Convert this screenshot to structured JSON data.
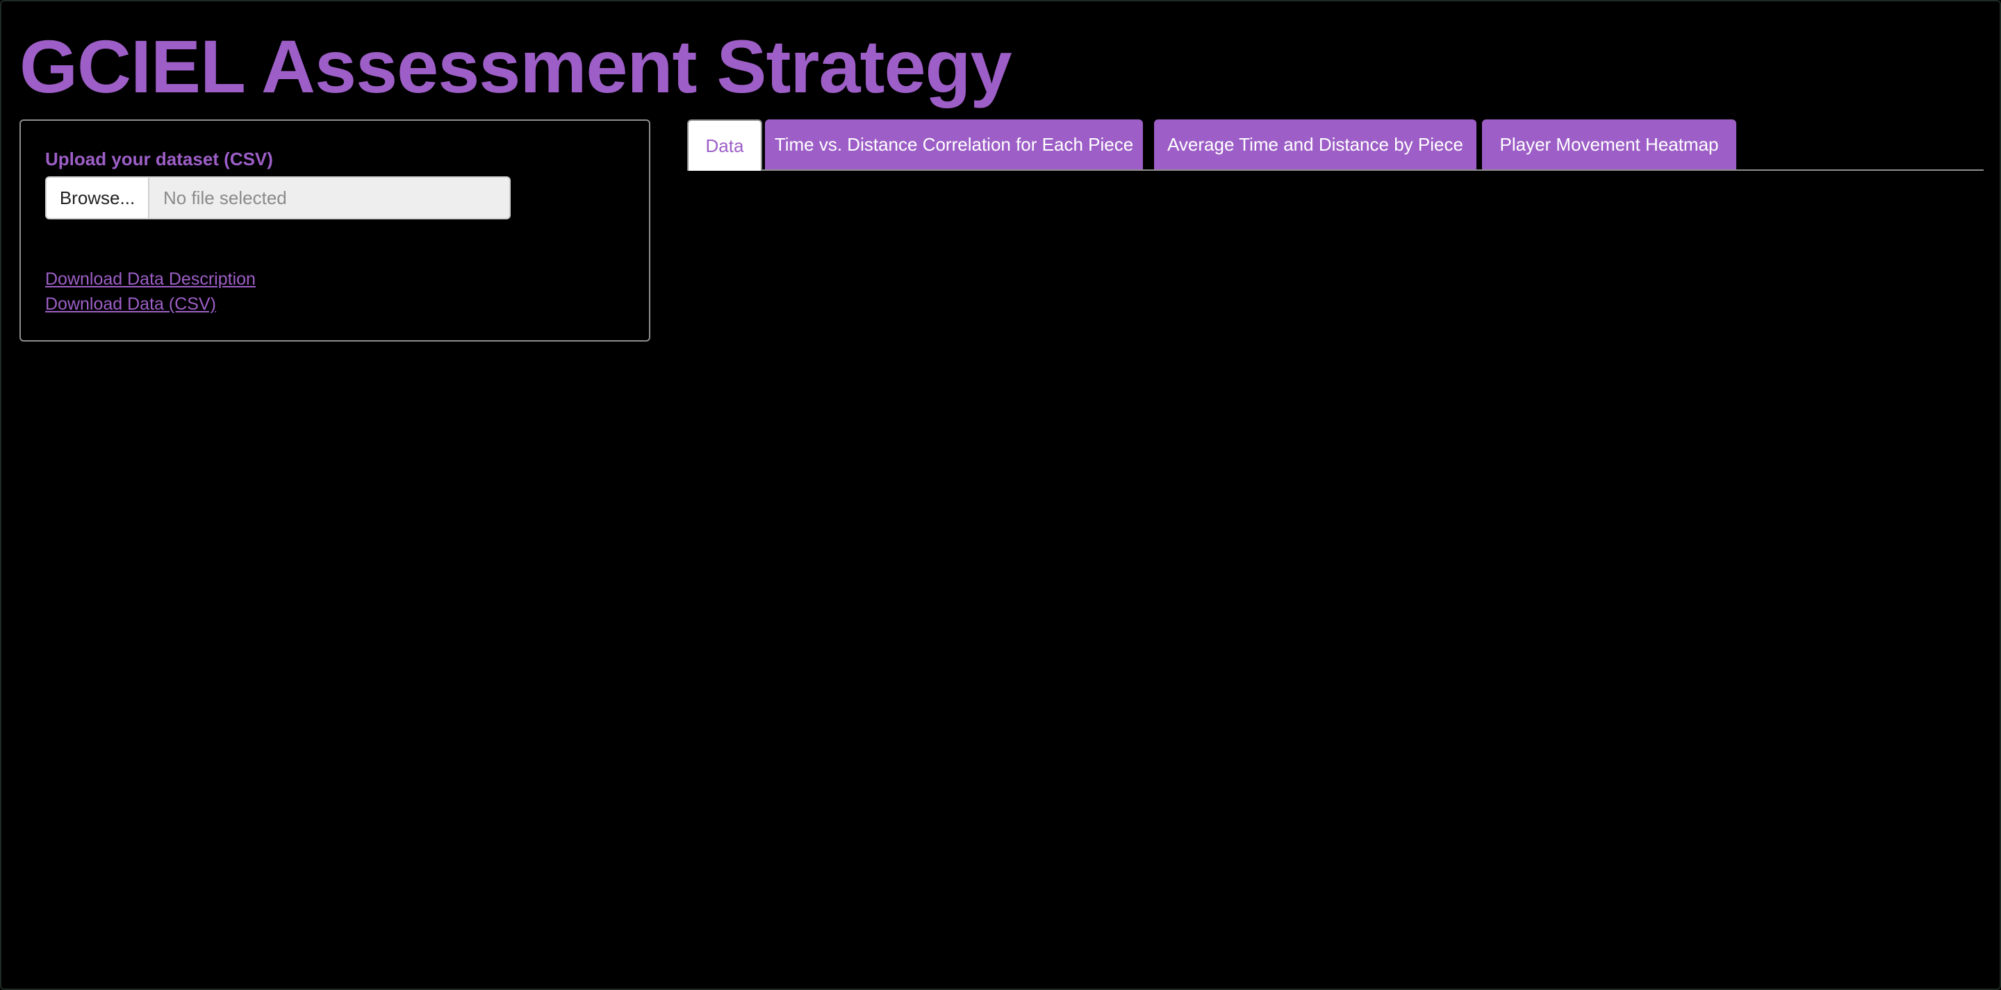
{
  "app": {
    "title": "GCIEL Assessment Strategy",
    "accent_color": "#9d5fc7",
    "background_color": "#000000"
  },
  "sidebar": {
    "upload": {
      "label": "Upload your dataset (CSV)",
      "browse_label": "Browse...",
      "file_status": "No file selected"
    },
    "links": {
      "data_description": "Download Data Description",
      "data_csv": "Download Data (CSV)"
    }
  },
  "main": {
    "tabs": [
      {
        "label": "Data",
        "active": true
      },
      {
        "label": "Time vs. Distance Correlation for Each Piece",
        "active": false
      },
      {
        "label": "Average Time and Distance by Piece",
        "active": false
      },
      {
        "label": "Player Movement Heatmap",
        "active": false
      }
    ]
  }
}
